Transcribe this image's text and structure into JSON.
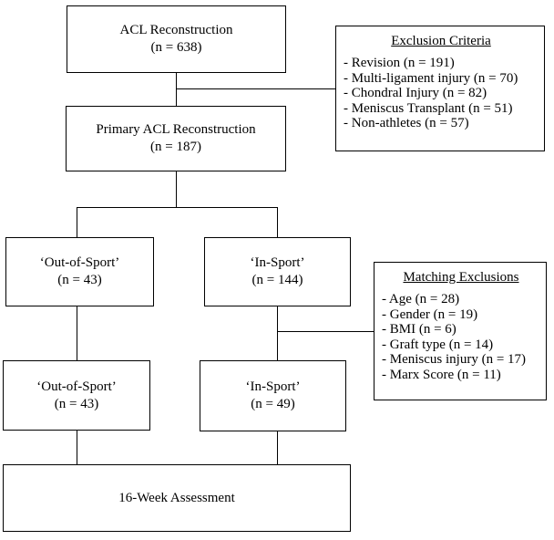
{
  "flowchart": {
    "boxes": {
      "acl": {
        "line1": "ACL Reconstruction",
        "line2": "(n = 638)"
      },
      "primary": {
        "line1": "Primary ACL Reconstruction",
        "line2": "(n = 187)"
      },
      "out_of_sport_1": {
        "line1": "‘Out-of-Sport’",
        "line2": "(n = 43)"
      },
      "in_sport_1": {
        "line1": "‘In-Sport’",
        "line2": "(n = 144)"
      },
      "out_of_sport_2": {
        "line1": "‘Out-of-Sport’",
        "line2": "(n = 43)"
      },
      "in_sport_2": {
        "line1": "‘In-Sport’",
        "line2": "(n = 49)"
      },
      "assessment": {
        "line1": "16-Week Assessment"
      }
    },
    "exclusion_criteria": {
      "title": "Exclusion Criteria",
      "items": [
        "- Revision (n = 191)",
        "- Multi-ligament injury (n = 70)",
        "- Chondral Injury (n = 82)",
        "- Meniscus Transplant (n = 51)",
        "- Non-athletes (n = 57)"
      ]
    },
    "matching_exclusions": {
      "title": "Matching Exclusions",
      "items": [
        "- Age (n = 28)",
        "- Gender (n = 19)",
        "- BMI (n = 6)",
        "- Graft type (n = 14)",
        "- Meniscus injury (n = 17)",
        "- Marx Score (n = 11)"
      ]
    },
    "colors": {
      "line": "#000000",
      "background": "#ffffff"
    }
  }
}
